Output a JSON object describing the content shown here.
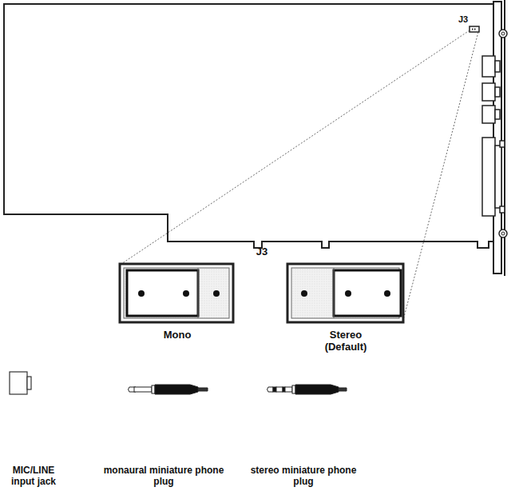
{
  "diagram": {
    "labels": [
      "J3",
      "J3",
      "Mono",
      "Stereo (Default)",
      "MIC/LINE input jack",
      "monaural miniature phone plug",
      "stereo miniature phone plug"
    ]
  }
}
